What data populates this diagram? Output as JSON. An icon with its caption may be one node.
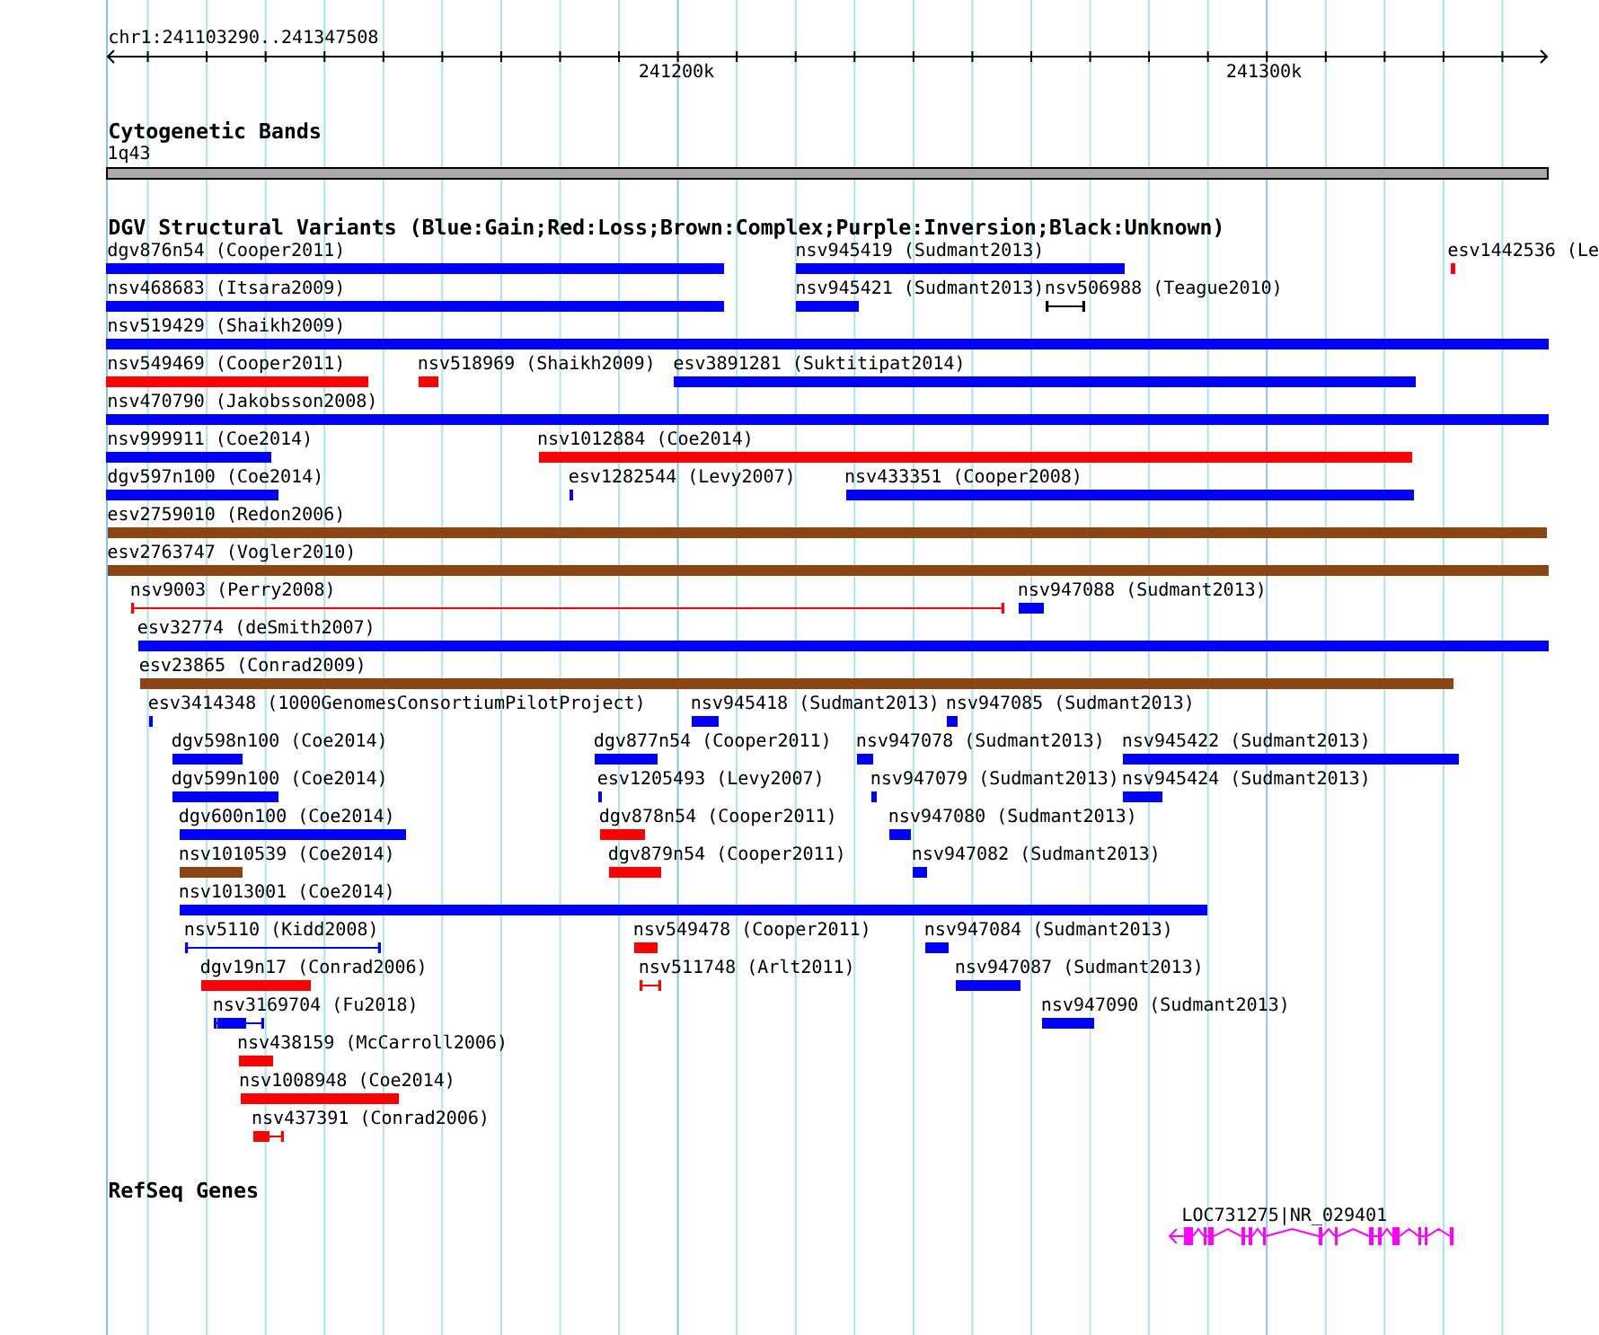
{
  "diagram": {
    "nodes": [
      {
        "text": [
          "1q43"
        ]
      },
      {
        "text": [
          "dgv876n54 (Cooper2011)"
        ]
      },
      {
        "text": [
          "nsv945419 (Sudmant2013)"
        ]
      },
      {
        "text": [
          "esv1442536 (Le"
        ]
      },
      {
        "text": [
          "nsv468683 (Itsara2009)"
        ]
      },
      {
        "text": [
          "nsv945421 (Sudmant2013)"
        ]
      },
      {
        "text": [
          "nsv506988 (Teague2010)"
        ]
      },
      {
        "text": [
          "nsv519429 (Shaikh2009)"
        ]
      },
      {
        "text": [
          "nsv549469 (Cooper2011)"
        ]
      },
      {
        "text": [
          "nsv518969 (Shaikh2009)"
        ]
      },
      {
        "text": [
          "esv3891281 (Suktitipat2014)"
        ]
      },
      {
        "text": [
          "nsv470790 (Jakobsson2008)"
        ]
      },
      {
        "text": [
          "nsv999911 (Coe2014)"
        ]
      },
      {
        "text": [
          "nsv1012884 (Coe2014)"
        ]
      },
      {
        "text": [
          "dgv597n100 (Coe2014)"
        ]
      },
      {
        "text": [
          "esv1282544 (Levy2007)"
        ]
      },
      {
        "text": [
          "nsv433351 (Cooper2008)"
        ]
      },
      {
        "text": [
          "esv2759010 (Redon2006)"
        ]
      },
      {
        "text": [
          "esv2763747 (Vogler2010)"
        ]
      },
      {
        "text": [
          "nsv9003 (Perry2008)"
        ]
      },
      {
        "text": [
          "nsv947088 (Sudmant2013)"
        ]
      },
      {
        "text": [
          "esv32774 (deSmith2007)"
        ]
      },
      {
        "text": [
          "esv23865 (Conrad2009)"
        ]
      },
      {
        "text": [
          "esv3414348 (1000GenomesConsortiumPilotProject)"
        ]
      },
      {
        "text": [
          "nsv945418 (Sudmant2013)"
        ]
      },
      {
        "text": [
          "nsv947085 (Sudmant2013)"
        ]
      },
      {
        "text": [
          "dgv598n100 (Coe2014)"
        ]
      },
      {
        "text": [
          "dgv877n54 (Cooper2011)"
        ]
      },
      {
        "text": [
          "nsv947078 (Sudmant2013)"
        ]
      },
      {
        "text": [
          "nsv945422 (Sudmant2013)"
        ]
      },
      {
        "text": [
          "dgv599n100 (Coe2014)"
        ]
      },
      {
        "text": [
          "esv1205493 (Levy2007)"
        ]
      },
      {
        "text": [
          "nsv947079 (Sudmant2013)"
        ]
      },
      {
        "text": [
          "nsv945424 (Sudmant2013)"
        ]
      },
      {
        "text": [
          "dgv600n100 (Coe2014)"
        ]
      },
      {
        "text": [
          "dgv878n54 (Cooper2011)"
        ]
      },
      {
        "text": [
          "nsv947080 (Sudmant2013)"
        ]
      },
      {
        "text": [
          "nsv1010539 (Coe2014)"
        ]
      },
      {
        "text": [
          "dgv879n54 (Cooper2011)"
        ]
      },
      {
        "text": [
          "nsv947082 (Sudmant2013)"
        ]
      },
      {
        "text": [
          "nsv1013001 (Coe2014)"
        ]
      },
      {
        "text": [
          "nsv5110 (Kidd2008)"
        ]
      },
      {
        "text": [
          "nsv549478 (Cooper2011)"
        ]
      },
      {
        "text": [
          "nsv947084 (Sudmant2013)"
        ]
      },
      {
        "text": [
          "dgv19n17 (Conrad2006)"
        ]
      },
      {
        "text": [
          "nsv511748 (Arlt2011)"
        ]
      },
      {
        "text": [
          "nsv947087 (Sudmant2013)"
        ]
      },
      {
        "text": [
          "nsv3169704 (Fu2018)"
        ]
      },
      {
        "text": [
          "nsv947090 (Sudmant2013)"
        ]
      },
      {
        "text": [
          "nsv438159 (McCarroll2006)"
        ]
      },
      {
        "text": [
          "nsv1008948 (Coe2014)"
        ]
      },
      {
        "text": [
          "nsv437391 (Conrad2006)"
        ]
      },
      {
        "text": [
          "LOC731275|NR_029401"
        ]
      }
    ],
    "labels": [
      "chr1:241103290..241347508",
      "241200k",
      "241300k",
      "Cytogenetic Bands",
      "DGV Structural Variants (Blue:Gain;Red:Loss;Brown:Complex;Purple:Inversion;Black:Unknown)",
      "RefSeq Genes"
    ]
  }
}
